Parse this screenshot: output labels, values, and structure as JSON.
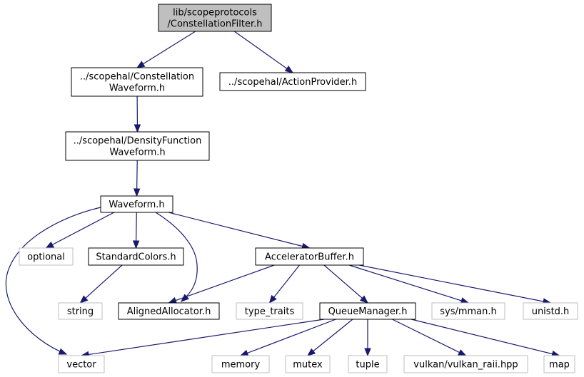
{
  "nodes": {
    "constellation_filter": {
      "lines": [
        "lib/scopeprotocols",
        "/ConstellationFilter.h"
      ],
      "style": "root"
    },
    "constellation_waveform": {
      "lines": [
        "../scopehal/Constellation",
        "Waveform.h"
      ],
      "style": "documented"
    },
    "action_provider": {
      "lines": [
        "../scopehal/ActionProvider.h"
      ],
      "style": "documented"
    },
    "density_function_waveform": {
      "lines": [
        "../scopehal/DensityFunction",
        "Waveform.h"
      ],
      "style": "documented"
    },
    "waveform": {
      "lines": [
        "Waveform.h"
      ],
      "style": "documented"
    },
    "optional": {
      "lines": [
        "optional"
      ],
      "style": "external"
    },
    "standard_colors": {
      "lines": [
        "StandardColors.h"
      ],
      "style": "documented"
    },
    "accelerator_buffer": {
      "lines": [
        "AcceleratorBuffer.h"
      ],
      "style": "documented"
    },
    "string": {
      "lines": [
        "string"
      ],
      "style": "external"
    },
    "aligned_allocator": {
      "lines": [
        "AlignedAllocator.h"
      ],
      "style": "documented"
    },
    "type_traits": {
      "lines": [
        "type_traits"
      ],
      "style": "external"
    },
    "queue_manager": {
      "lines": [
        "QueueManager.h"
      ],
      "style": "documented"
    },
    "sys_mman": {
      "lines": [
        "sys/mman.h"
      ],
      "style": "external"
    },
    "unistd": {
      "lines": [
        "unistd.h"
      ],
      "style": "external"
    },
    "vector": {
      "lines": [
        "vector"
      ],
      "style": "external"
    },
    "memory": {
      "lines": [
        "memory"
      ],
      "style": "external"
    },
    "mutex": {
      "lines": [
        "mutex"
      ],
      "style": "external"
    },
    "tuple": {
      "lines": [
        "tuple"
      ],
      "style": "external"
    },
    "vulkan_raii": {
      "lines": [
        "vulkan/vulkan_raii.hpp"
      ],
      "style": "external"
    },
    "map": {
      "lines": [
        "map"
      ],
      "style": "external"
    }
  },
  "edges": [
    [
      "constellation_filter",
      "constellation_waveform"
    ],
    [
      "constellation_filter",
      "action_provider"
    ],
    [
      "constellation_waveform",
      "density_function_waveform"
    ],
    [
      "density_function_waveform",
      "waveform"
    ],
    [
      "waveform",
      "optional"
    ],
    [
      "waveform",
      "standard_colors"
    ],
    [
      "waveform",
      "aligned_allocator"
    ],
    [
      "waveform",
      "accelerator_buffer"
    ],
    [
      "waveform",
      "vector"
    ],
    [
      "standard_colors",
      "string"
    ],
    [
      "accelerator_buffer",
      "aligned_allocator"
    ],
    [
      "accelerator_buffer",
      "type_traits"
    ],
    [
      "accelerator_buffer",
      "queue_manager"
    ],
    [
      "accelerator_buffer",
      "sys_mman"
    ],
    [
      "accelerator_buffer",
      "unistd"
    ],
    [
      "queue_manager",
      "vector"
    ],
    [
      "queue_manager",
      "memory"
    ],
    [
      "queue_manager",
      "mutex"
    ],
    [
      "queue_manager",
      "tuple"
    ],
    [
      "queue_manager",
      "vulkan_raii"
    ],
    [
      "queue_manager",
      "map"
    ]
  ],
  "colors": {
    "root_fill": "#bfbfbf",
    "root_border": "#000000",
    "documented_border": "#000000",
    "external_border": "#bfbfbf",
    "node_fill": "#ffffff",
    "edge": "#191970"
  }
}
